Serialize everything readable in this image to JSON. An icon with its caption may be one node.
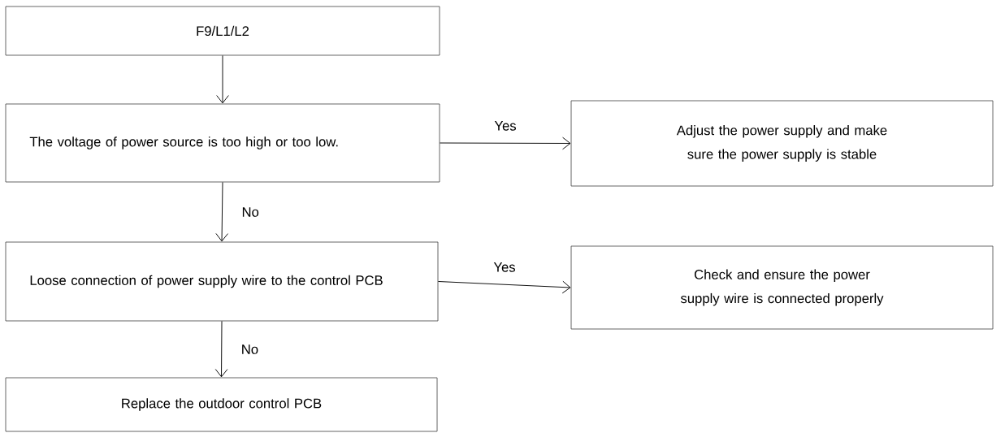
{
  "diagram": {
    "nodes": [
      {
        "text": [
          "F9/L1/L2"
        ]
      },
      {
        "text": [
          "The voltage of power source is too high or too low."
        ]
      },
      {
        "text": [
          "Adjust the power supply and make sure the power supply is stable"
        ]
      },
      {
        "text": [
          "Loose connection of power supply wire to the control PCB"
        ]
      },
      {
        "text": [
          "Check and ensure the power supply wire is connected properly"
        ]
      },
      {
        "text": [
          "Replace the outdoor control PCB"
        ]
      }
    ],
    "edges": [
      {
        "from": 0,
        "to": 1,
        "arrow": "to"
      },
      {
        "from": 1,
        "to": 2,
        "arrow": "to",
        "label": "Yes"
      },
      {
        "from": 1,
        "to": 3,
        "arrow": "to",
        "label": "No"
      },
      {
        "from": 3,
        "to": 4,
        "arrow": "to",
        "label": "Yes"
      },
      {
        "from": 3,
        "to": 5,
        "arrow": "to",
        "label": "No"
      }
    ]
  }
}
